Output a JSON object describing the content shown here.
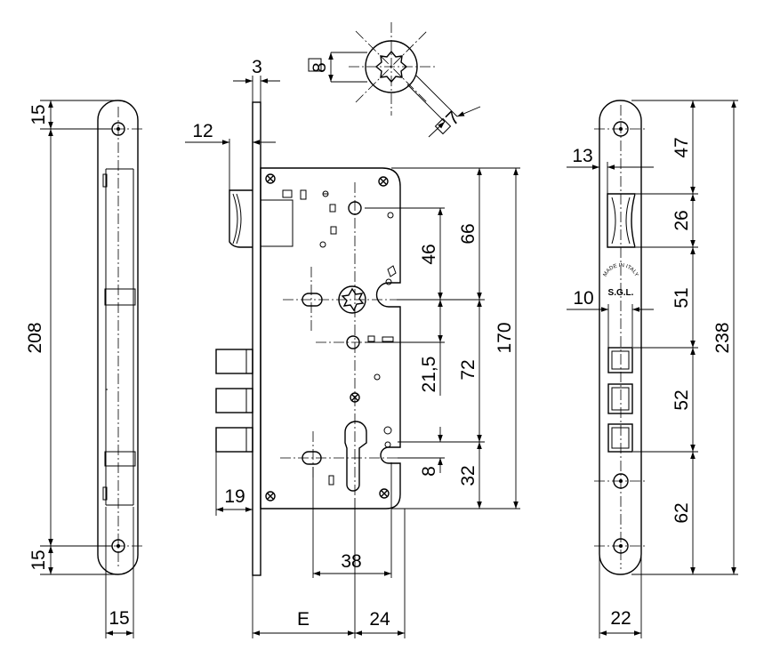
{
  "dimensions": {
    "left_top_15": "15",
    "left_208": "208",
    "left_bottom_15": "15",
    "left_width_15": "15",
    "faceplate_3": "3",
    "bolt_12": "12",
    "spindle_8": "8",
    "spindle_7": "7",
    "dist_46": "46",
    "dist_66": "66",
    "dist_170": "170",
    "dist_21_5": "21,5",
    "dist_72": "72",
    "dist_8": "8",
    "dist_32": "32",
    "dist_19": "19",
    "dist_38": "38",
    "backset_E": "E",
    "dist_24": "24",
    "right_13": "13",
    "right_47": "47",
    "right_26": "26",
    "right_10": "10",
    "right_51": "51",
    "right_238": "238",
    "right_52": "52",
    "right_62": "62",
    "right_22": "22"
  },
  "stamp": {
    "line1": "MADE IN ITALY",
    "line2": "S.G.L."
  }
}
